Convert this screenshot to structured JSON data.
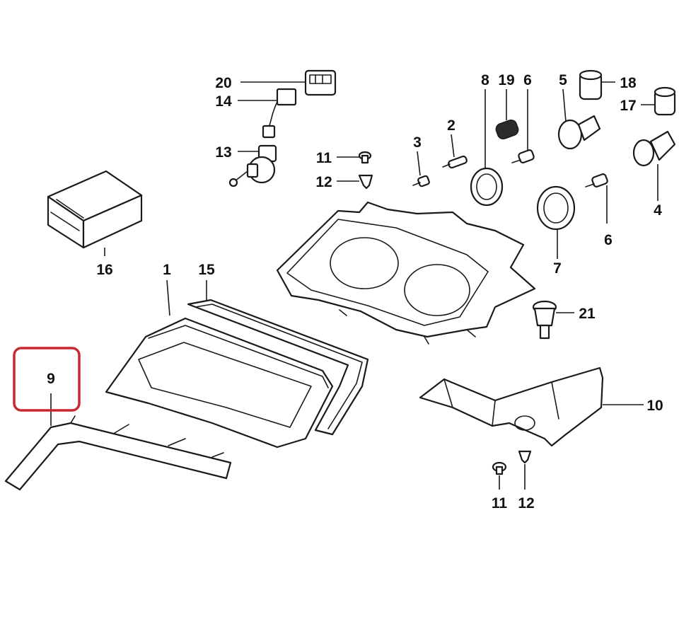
{
  "diagram": {
    "highlight_color": "#c8282f",
    "highlighted_part": "9",
    "labels": {
      "p1": "1",
      "p2": "2",
      "p3": "3",
      "p4": "4",
      "p5": "5",
      "p6a": "6",
      "p6b": "6",
      "p7": "7",
      "p8": "8",
      "p9": "9",
      "p10": "10",
      "p11a": "11",
      "p11b": "11",
      "p12a": "12",
      "p12b": "12",
      "p13": "13",
      "p14": "14",
      "p15": "15",
      "p16": "16",
      "p17": "17",
      "p18": "18",
      "p19": "19",
      "p20": "20",
      "p21": "21"
    }
  }
}
